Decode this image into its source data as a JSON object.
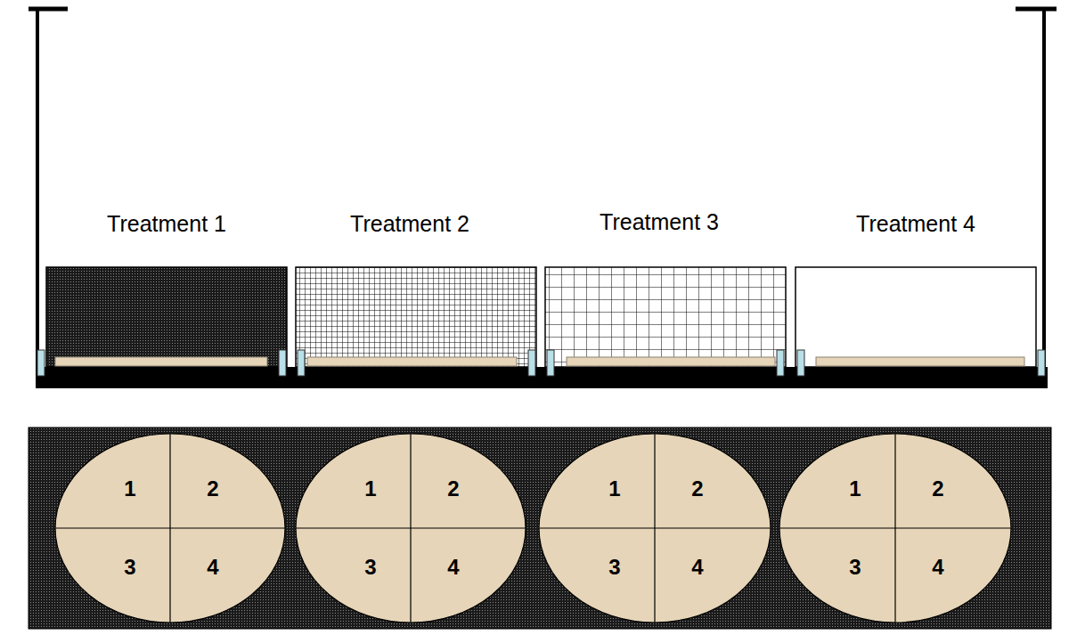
{
  "diagram": {
    "labels": [
      "Treatment 1",
      "Treatment 2",
      "Treatment 3",
      "Treatment 4",
      "1",
      "2",
      "3",
      "4",
      "1",
      "2",
      "3",
      "4",
      "1",
      "2",
      "3",
      "4",
      "1",
      "2",
      "3",
      "4"
    ]
  }
}
